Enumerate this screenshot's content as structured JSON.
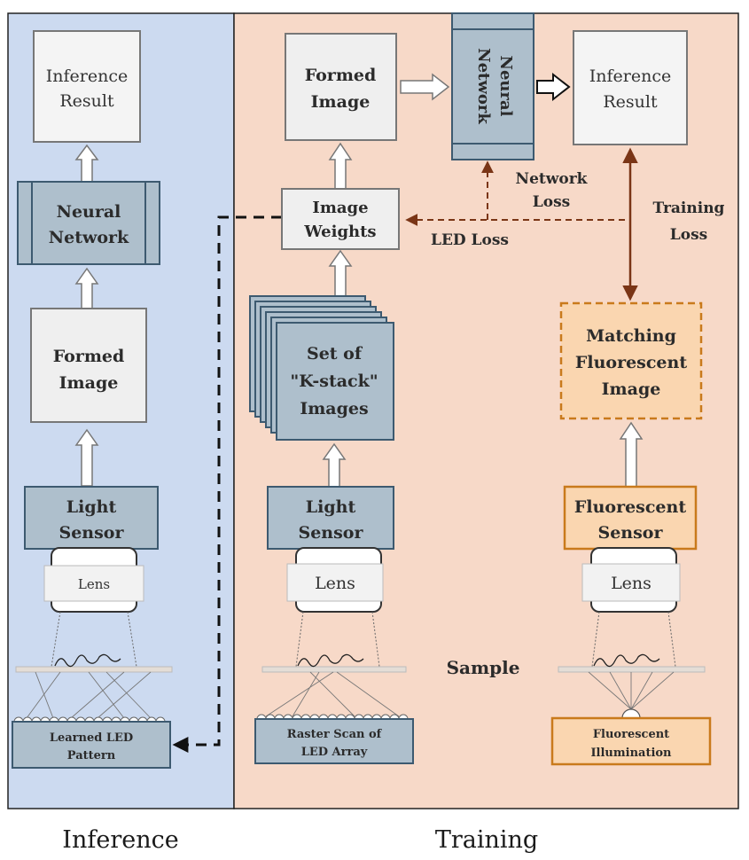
{
  "panels": {
    "inference_caption": "Inference",
    "training_caption": "Training"
  },
  "inference": {
    "result": [
      "Inference",
      "Result"
    ],
    "network": [
      "Neural",
      "Network"
    ],
    "formed_image": [
      "Formed",
      "Image"
    ],
    "sensor": [
      "Light",
      "Sensor"
    ],
    "lens": "Lens",
    "led": [
      "Learned LED",
      "Pattern"
    ]
  },
  "training": {
    "formed_image": [
      "Formed",
      "Image"
    ],
    "network": [
      "Neural",
      "Network"
    ],
    "result": [
      "Inference",
      "Result"
    ],
    "weights": [
      "Image",
      "Weights"
    ],
    "network_loss": [
      "Network",
      "Loss"
    ],
    "led_loss": "LED Loss",
    "training_loss": [
      "Training",
      "Loss"
    ],
    "stack": [
      "Set of",
      "\"K-stack\"",
      "Images"
    ],
    "matching": [
      "Matching",
      "Fluorescent",
      "Image"
    ],
    "sensor": [
      "Light",
      "Sensor"
    ],
    "fluor_sensor": [
      "Fluorescent",
      "Sensor"
    ],
    "lens_mid": "Lens",
    "lens_right": "Lens",
    "sample": "Sample",
    "raster": [
      "Raster Scan of",
      "LED Array"
    ],
    "fluor_illum": [
      "Fluorescent",
      "Illumination"
    ]
  },
  "colors": {
    "inference_bg": "#ccdaf0",
    "training_bg": "#f7d9c8",
    "box_gray": "#efefef",
    "box_blue": "#aebfcc",
    "box_orange": "#fad6b0",
    "orange_border": "#c97a1c",
    "loss_arrow": "#7a3516"
  }
}
